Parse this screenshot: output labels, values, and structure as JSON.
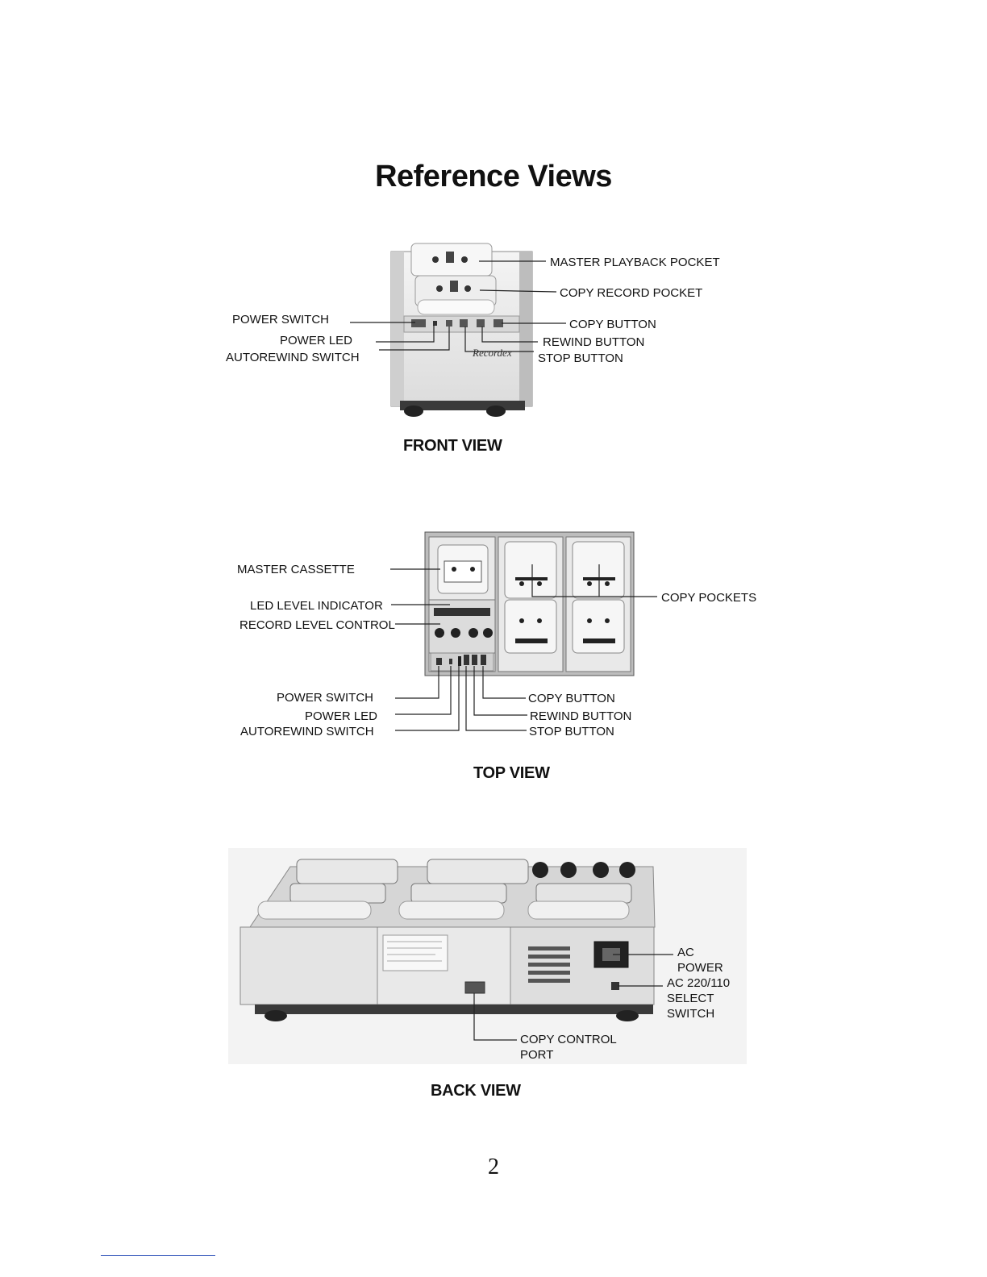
{
  "page": {
    "title": "Reference Views",
    "page_number": "2"
  },
  "front_view": {
    "caption": "FRONT VIEW",
    "brand": "Recordex",
    "labels": {
      "master_playback_pocket": "MASTER PLAYBACK POCKET",
      "copy_record_pocket": "COPY RECORD POCKET",
      "power_switch": "POWER SWITCH",
      "power_led": "POWER LED",
      "autorewind_switch": "AUTOREWIND SWITCH",
      "copy_button": "COPY BUTTON",
      "rewind_button": "REWIND BUTTON",
      "stop_button": "STOP BUTTON"
    }
  },
  "top_view": {
    "caption": "TOP VIEW",
    "labels": {
      "master_cassette": "MASTER CASSETTE",
      "led_level_indicator": "LED LEVEL INDICATOR",
      "record_level_control": "RECORD LEVEL CONTROL",
      "copy_pockets": "COPY POCKETS",
      "power_switch": "POWER SWITCH",
      "power_led": "POWER LED",
      "autorewind_switch": "AUTOREWIND SWITCH",
      "copy_button": "COPY BUTTON",
      "rewind_button": "REWIND BUTTON",
      "stop_button": "STOP BUTTON"
    }
  },
  "back_view": {
    "caption": "BACK VIEW",
    "labels": {
      "ac_power_line1": "AC",
      "ac_power_line2": "POWER",
      "select_line1": "AC 220/110",
      "select_line2": "SELECT",
      "select_line3": "SWITCH",
      "copy_control_line1": "COPY CONTROL",
      "copy_control_line2": "PORT"
    }
  }
}
